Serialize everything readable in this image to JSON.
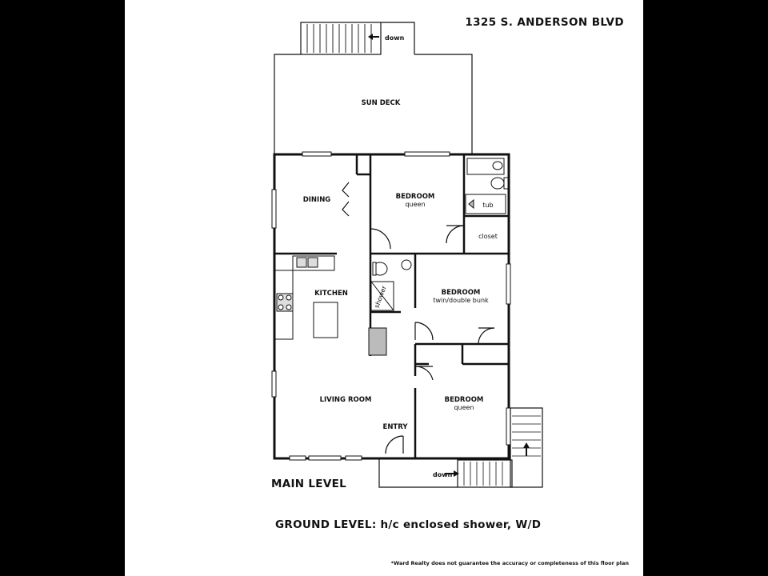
{
  "header": {
    "address": "1325 S. ANDERSON BLVD"
  },
  "rooms": {
    "sun_deck": "SUN DECK",
    "dining": "DINING",
    "bedroom1": {
      "name": "BEDROOM",
      "note": "queen"
    },
    "bath_tub": "tub",
    "closet": "closet",
    "kitchen": "KITCHEN",
    "shower": "shower",
    "bedroom2": {
      "name": "BEDROOM",
      "note": "twin/double bunk"
    },
    "living_room": "LIVING ROOM",
    "entry": "ENTRY",
    "bedroom3": {
      "name": "BEDROOM",
      "note": "queen"
    }
  },
  "stairs": {
    "top_label": "down",
    "bottom_label": "down"
  },
  "footer": {
    "main_level": "MAIN LEVEL",
    "ground_level": "GROUND LEVEL: h/c enclosed shower, W/D",
    "disclaimer": "*Ward Realty does not guarantee the accuracy or completeness of this floor plan"
  },
  "colors": {
    "wall": "#111111",
    "background": "#ffffff",
    "fixture": "#bbbbbb",
    "frame": "#000000"
  }
}
